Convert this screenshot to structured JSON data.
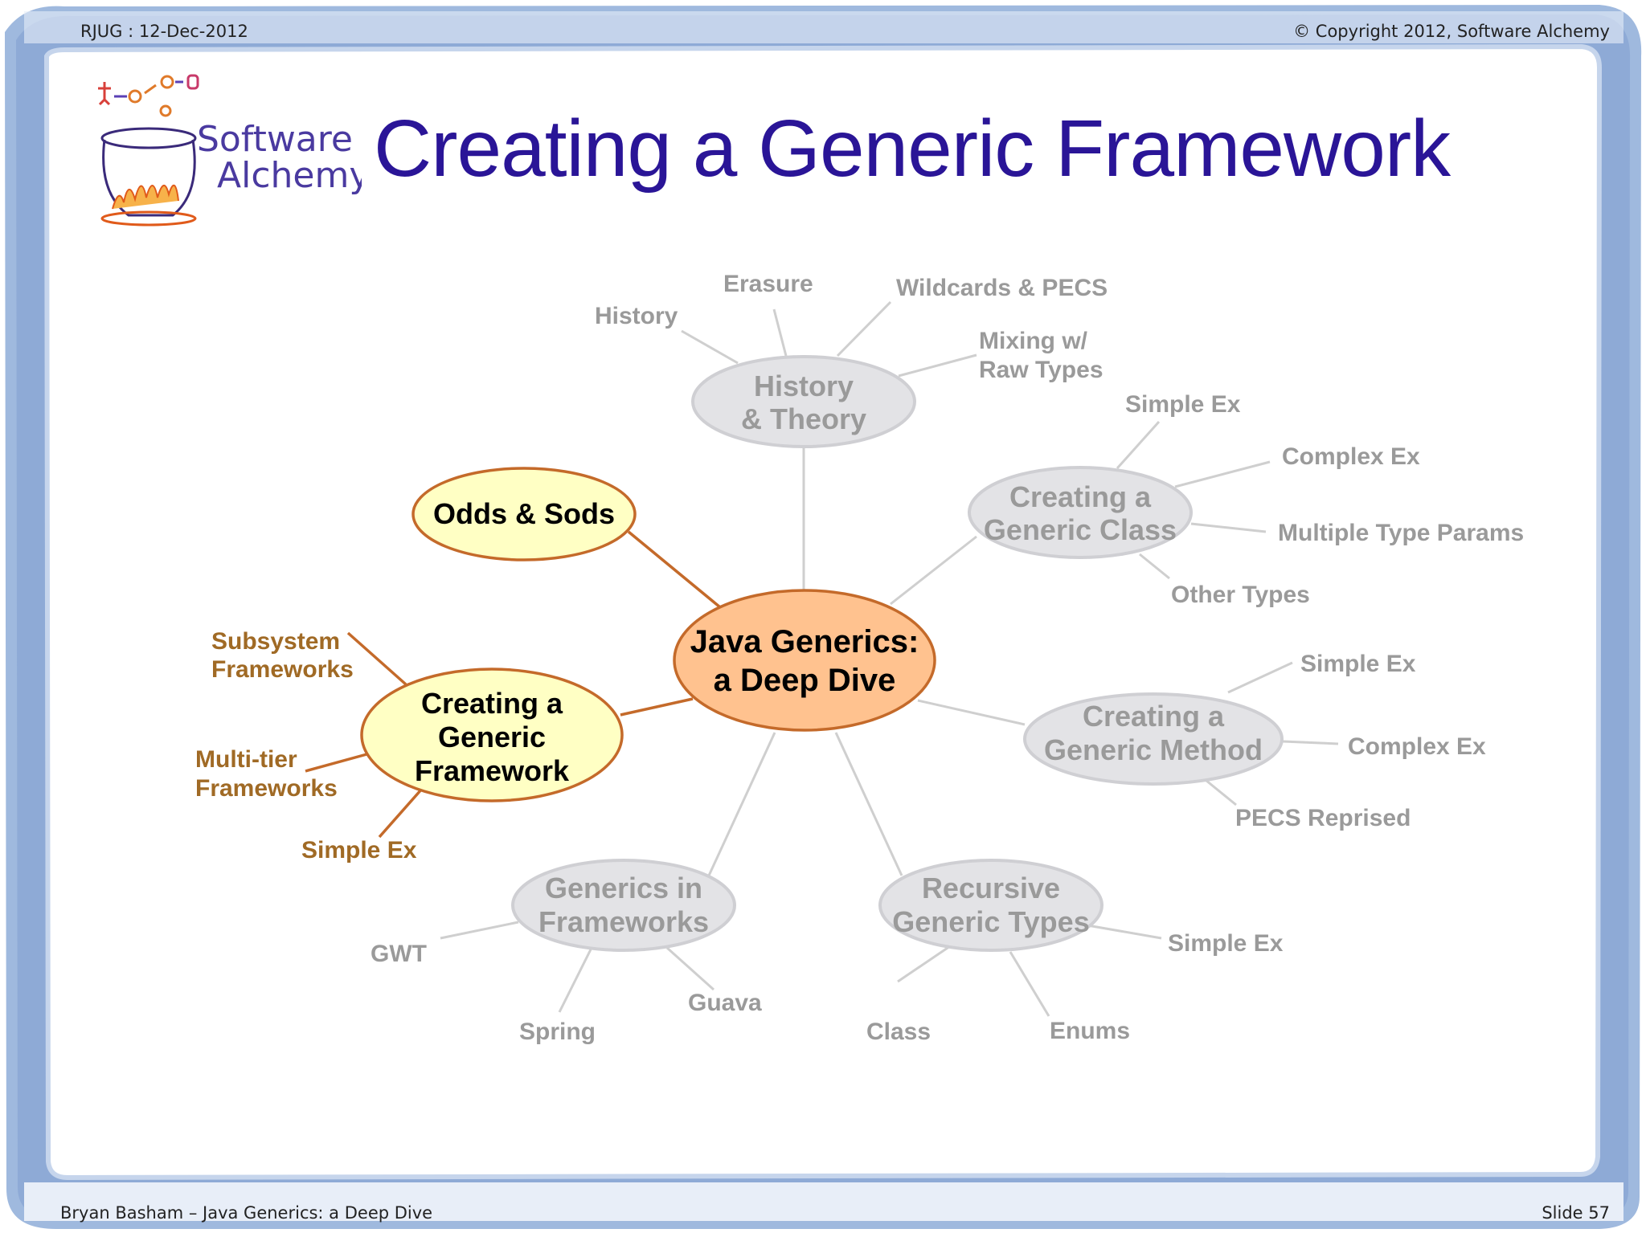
{
  "header": {
    "left": "RJUG : 12-Dec-2012",
    "right": "© Copyright 2012, Software Alchemy"
  },
  "footer": {
    "left": "Bryan Basham – Java Generics: a Deep Dive",
    "right": "Slide 57"
  },
  "logo": {
    "line1": "Software",
    "line2": "Alchemy"
  },
  "title": "Creating a Generic Framework",
  "mindmap": {
    "center": {
      "line1": "Java Generics:",
      "line2": "a Deep Dive"
    },
    "odds": {
      "label": "Odds & Sods"
    },
    "framework": {
      "line1": "Creating a",
      "line2": "Generic",
      "line3": "Framework",
      "subsystem": {
        "line1": "Subsystem",
        "line2": "Frameworks"
      },
      "multitier": {
        "line1": "Multi-tier",
        "line2": "Frameworks"
      },
      "simple": "Simple Ex"
    },
    "history": {
      "line1": "History",
      "line2": "& Theory",
      "leaf_history": "History",
      "leaf_erasure": "Erasure",
      "leaf_wildcards": "Wildcards & PECS",
      "leaf_mixing1": "Mixing w/",
      "leaf_mixing2": "Raw Types"
    },
    "gclass": {
      "line1": "Creating a",
      "line2": "Generic Class",
      "leaf_simple": "Simple Ex",
      "leaf_complex": "Complex Ex",
      "leaf_multiple": "Multiple Type Params",
      "leaf_other": "Other Types"
    },
    "gmethod": {
      "line1": "Creating a",
      "line2": "Generic Method",
      "leaf_simple": "Simple Ex",
      "leaf_complex": "Complex Ex",
      "leaf_pecs": "PECS Reprised"
    },
    "recursive": {
      "line1": "Recursive",
      "line2": "Generic Types",
      "leaf_simple": "Simple Ex",
      "leaf_class": "Class",
      "leaf_enums": "Enums"
    },
    "frameworks": {
      "line1": "Generics in",
      "line2": "Frameworks",
      "leaf_gwt": "GWT",
      "leaf_spring": "Spring",
      "leaf_guava": "Guava"
    }
  },
  "colors": {
    "title": "#2a1597",
    "center_fill": "#ffc28f",
    "active_fill": "#ffffc4",
    "active_stroke": "#c46a2a",
    "inactive_fill": "#e3e3e6",
    "inactive_text": "#9a9a9a",
    "active_leaf_text": "#a06a25"
  }
}
